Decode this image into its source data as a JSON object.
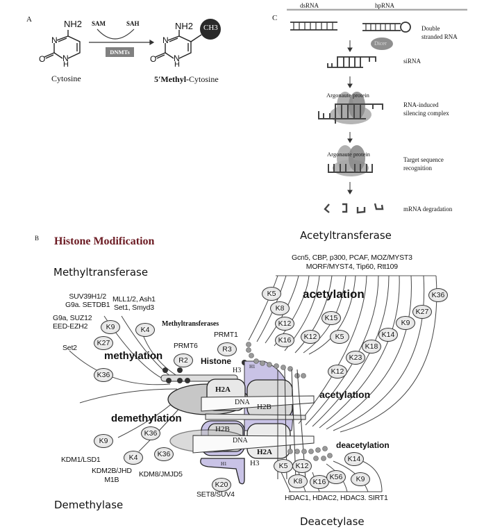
{
  "panel_a": {
    "letter": "A",
    "substrate_group": "NH2",
    "substrate_label": "Cytosine",
    "cofactor_in": "SAM",
    "cofactor_out": "SAH",
    "enzyme": "DNMTs",
    "product_group": "NH2",
    "methyl_group": "CH3",
    "product_label_bold": "5′Methyl-",
    "product_label_rest": "Cytosine",
    "ring_atoms": {
      "n_top": "N",
      "n_bottom": "N",
      "h": "H",
      "o": "O"
    }
  },
  "panel_c": {
    "letter": "C",
    "dsrna_label": "dsRNA",
    "hprna_label": "hpRNA",
    "dicer_label": "Dicer",
    "argonaute_label_1": "Argonaute protein",
    "argonaute_label_2": "Argonaute protein",
    "steps": [
      {
        "line1": "Double",
        "line2": "stranded RNA"
      },
      {
        "line1": "siRNA",
        "line2": ""
      },
      {
        "line1": "RNA-induced",
        "line2": "silencing complex"
      },
      {
        "line1": "Target sequence",
        "line2": "recognition"
      },
      {
        "line1": "mRNA degradation",
        "line2": ""
      }
    ]
  },
  "panel_b": {
    "letter": "B",
    "title": "Histone Modification",
    "headings": {
      "methyltransferase": "Methyltransferase",
      "acetyltransferase": "Acetyltransferase",
      "demethylase": "Demethylase",
      "deacetylase": "Deacetylase"
    },
    "process_labels": {
      "methylation": "methylation",
      "demethylation": "demethylation",
      "acetylation_top": "acetylation",
      "acetylation_mid": "acetylation",
      "deacetylation": "deacetylation",
      "histone": "Histone",
      "methyltransferases_small": "Methyltransferases"
    },
    "enzymes": {
      "suv39": [
        "SUV39H1/2",
        "G9a. SETDB1"
      ],
      "mll": [
        "MLL1/2, Ash1",
        "Set1, Smyd3"
      ],
      "g9a": [
        "G9a, SUZ12",
        "EED-EZH2"
      ],
      "set2": "Set2",
      "prmt6": "PRMT6",
      "prmt1": "PRMT1",
      "hat": [
        "Gcn5, CBP, p300, PCAF, MOZ/MYST3",
        "MORF/MYST4, Tip60, Rtt109"
      ],
      "kdm1": "KDM1/LSD1",
      "kdm2b": [
        "KDM2B/JHD",
        "M1B"
      ],
      "kdm8": "KDM8/JMJD5",
      "set8": "SET8/SUV4",
      "hdac": "HDAC1, HDAC2, HDAC3. SIRT1"
    },
    "residues": {
      "meth_k9": "K9",
      "meth_k4": "K4",
      "meth_k27": "K27",
      "meth_k36": "K36",
      "r2": "R2",
      "r3": "R3",
      "ac_k5": "K5",
      "ac_k8": "K8",
      "ac_k12a": "K12",
      "ac_k16": "K16",
      "ac_k12b": "K12",
      "ac_k15": "K15",
      "ac_k5b": "K5",
      "ac_k12c": "K12",
      "ac_k23": "K23",
      "ac_k18": "K18",
      "ac_k14": "K14",
      "ac_k9": "K9",
      "ac_k27": "K27",
      "ac_k36": "K36",
      "dm_k9": "K9",
      "dm_k36a": "K36",
      "dm_k4": "K4",
      "dm_k36b": "K36",
      "k20": "K20",
      "da_k5": "K5",
      "da_k12": "K12",
      "da_k8": "K8",
      "da_k16": "K16",
      "da_k56": "K56",
      "da_k9": "K9",
      "da_k14": "K14"
    },
    "histones": {
      "h2a_top": "H2A",
      "h2b_top": "H2B",
      "h2b_bottom": "H2B",
      "h2a_bottom": "H2A",
      "h3_top": "H3",
      "h3_bottom": "H3",
      "h1_top": "H1",
      "h1_bottom": "H1",
      "dna_top": "DNA",
      "dna_bottom": "DNA"
    },
    "colors": {
      "title": "#6b1a22",
      "h1_fill": "#c9c3e6",
      "enzyme_box": "#808080"
    }
  }
}
